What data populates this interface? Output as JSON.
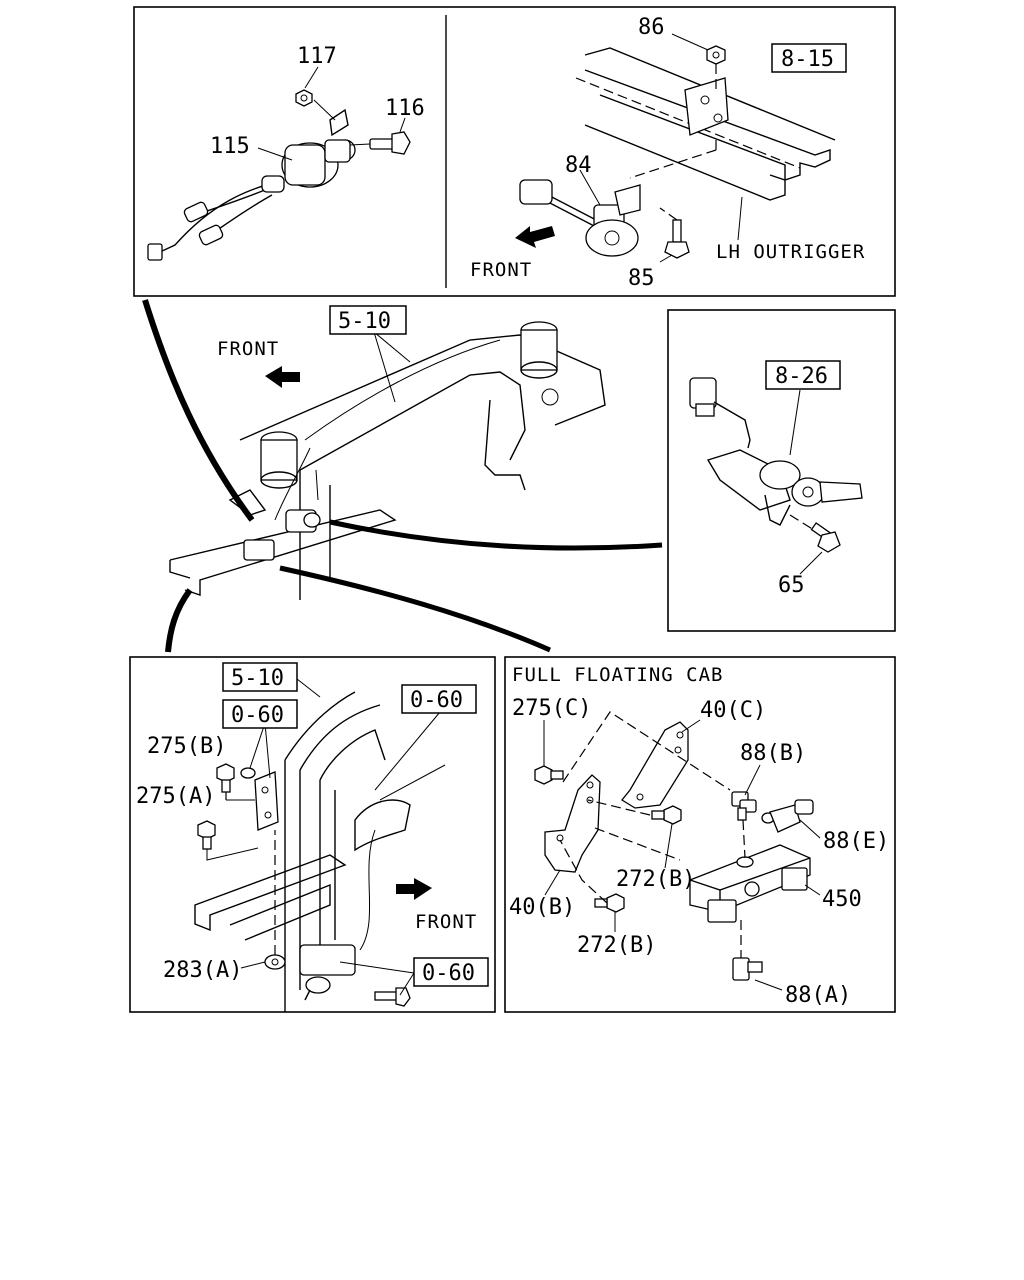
{
  "panels": {
    "top_left": {
      "callouts": [
        "117",
        "116",
        "115"
      ]
    },
    "top_right": {
      "callouts": [
        "86",
        "84",
        "85"
      ],
      "ref_box": "8-15",
      "outrigger_label": "LH OUTRIGGER",
      "front_label": "FRONT"
    },
    "middle": {
      "ref_box": "5-10",
      "front_label": "FRONT"
    },
    "middle_right": {
      "ref_box": "8-26",
      "callouts": [
        "65"
      ]
    },
    "bottom_left": {
      "ref_boxes": [
        "5-10",
        "0-60",
        "0-60",
        "0-60"
      ],
      "callouts": [
        "275(B)",
        "275(A)",
        "283(A)"
      ],
      "front_label": "FRONT"
    },
    "bottom_right": {
      "title": "FULL FLOATING CAB",
      "callouts": [
        "275(C)",
        "40(C)",
        "88(B)",
        "88(E)",
        "272(B)",
        "450",
        "40(B)",
        "272(B)",
        "88(A)"
      ]
    }
  },
  "icons": [
    "front-arrow-icon"
  ]
}
